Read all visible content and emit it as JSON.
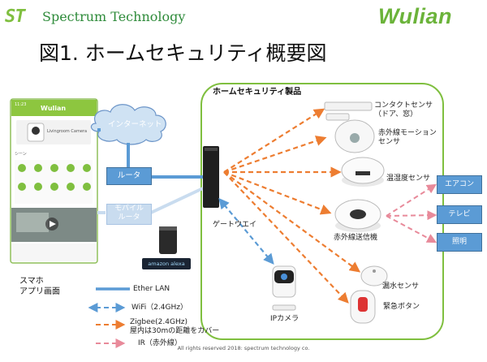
{
  "header": {
    "st_logo": "ST",
    "company_name": "Spectrum Technology",
    "brand_logo": "Wulian",
    "title": "図1. ホームセキュリティ概要図"
  },
  "phone": {
    "status_time": "11:23",
    "app_name": "Wulian",
    "camera_label": "Livingroom Camera",
    "scene_label": "シーン",
    "caption": "スマホ\nアプリ画面"
  },
  "network": {
    "internet": "インターネット",
    "router": "ルータ",
    "mobile_router": "モバイル\nルータ",
    "gateway": "ゲートウエイ",
    "alexa": "amazon alexa"
  },
  "security_group": {
    "title": "ホームセキュリティ製品",
    "devices": [
      {
        "name": "contact-sensor",
        "label": "コンタクトセンサ\n（ドア、窓）"
      },
      {
        "name": "motion-sensor",
        "label": "赤外線モーション\nセンサ"
      },
      {
        "name": "temp-humidity-sensor",
        "label": "温湿度センサ"
      },
      {
        "name": "ir-transmitter",
        "label": "赤外線送信機"
      },
      {
        "name": "water-sensor",
        "label": "漏水センサ"
      },
      {
        "name": "emergency-button",
        "label": "緊急ボタン"
      },
      {
        "name": "ip-camera",
        "label": "IPカメラ"
      }
    ]
  },
  "appliances": [
    {
      "name": "air-conditioner",
      "label": "エアコン"
    },
    {
      "name": "tv",
      "label": "テレビ"
    },
    {
      "name": "lighting",
      "label": "照明"
    }
  ],
  "legend": [
    {
      "name": "ether",
      "label": "Ether LAN",
      "color": "#5b9bd5"
    },
    {
      "name": "wifi",
      "label": "WiFi（2.4GHz）",
      "color": "#5b9bd5"
    },
    {
      "name": "zigbee",
      "label": "Zigbee(2.4GHz)\n屋内は30mの距離をカバー",
      "color": "#ed7d31"
    },
    {
      "name": "ir",
      "label": "IR（赤外線）",
      "color": "#e88a9a"
    }
  ],
  "footer": "All rights reserved 2018: spectrum technology co."
}
